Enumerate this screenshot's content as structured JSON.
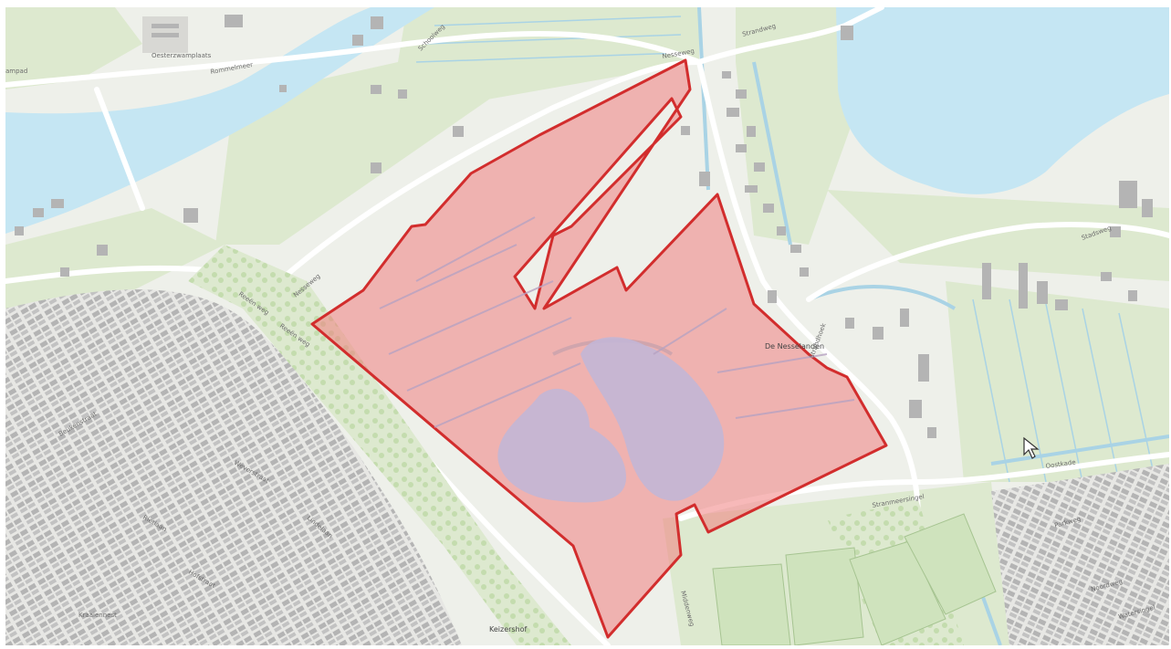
{
  "labels": {
    "oesterzwamplaats": "Oesterzwamplaats",
    "rommelmeer": "Rommelmeer",
    "ampad": "ampad",
    "strandweg": "Strandweg",
    "nessweg_top": "Nesseweg",
    "nesseweg_left": "Nesseweg",
    "schoolweg": "Schoolweg",
    "de_nesselanden": "De Nesselanden",
    "strandhoek": "Strandhoek",
    "reeenweg_1": "Reeën weg",
    "reeenweg_2": "Reeën weg",
    "stadsweg": "Stadsweg",
    "kraaiennest": "Kraaiennest",
    "keizershof": "Keizershof",
    "stranmeersingel": "Stranmeersingel",
    "weverstraat": "Weverstraat",
    "rietlaan": "Rietlaan",
    "lindelaan": "Lindelaan",
    "hofstraat": "Hofstraat",
    "beukenstraat": "Beukenstraat",
    "parkweg": "Parkweg",
    "noordweg": "Noordweg",
    "middenweg": "Middenweg",
    "oostkade": "Oostkade",
    "watersingel": "Watersingel"
  },
  "colors": {
    "water": "#c5e6f3",
    "land": "#eef0ea",
    "green": "#d7e8c8",
    "building": "#b4b4b4",
    "road": "#ffffff",
    "area_fill": "#f08080",
    "area_stroke": "#d22d2d"
  },
  "icons": {
    "cursor": "mouse-pointer-icon"
  }
}
